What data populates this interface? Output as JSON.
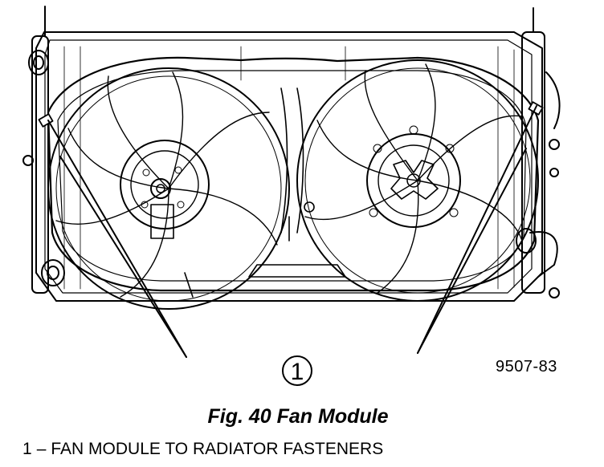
{
  "figure": {
    "callout_label": "1",
    "reference_code": "9507-83",
    "caption": "Fig. 40 Fan Module"
  },
  "legend": {
    "items": [
      {
        "number": "1",
        "separator": "–",
        "text": "FAN MODULE TO RADIATOR FASTENERS"
      }
    ]
  }
}
